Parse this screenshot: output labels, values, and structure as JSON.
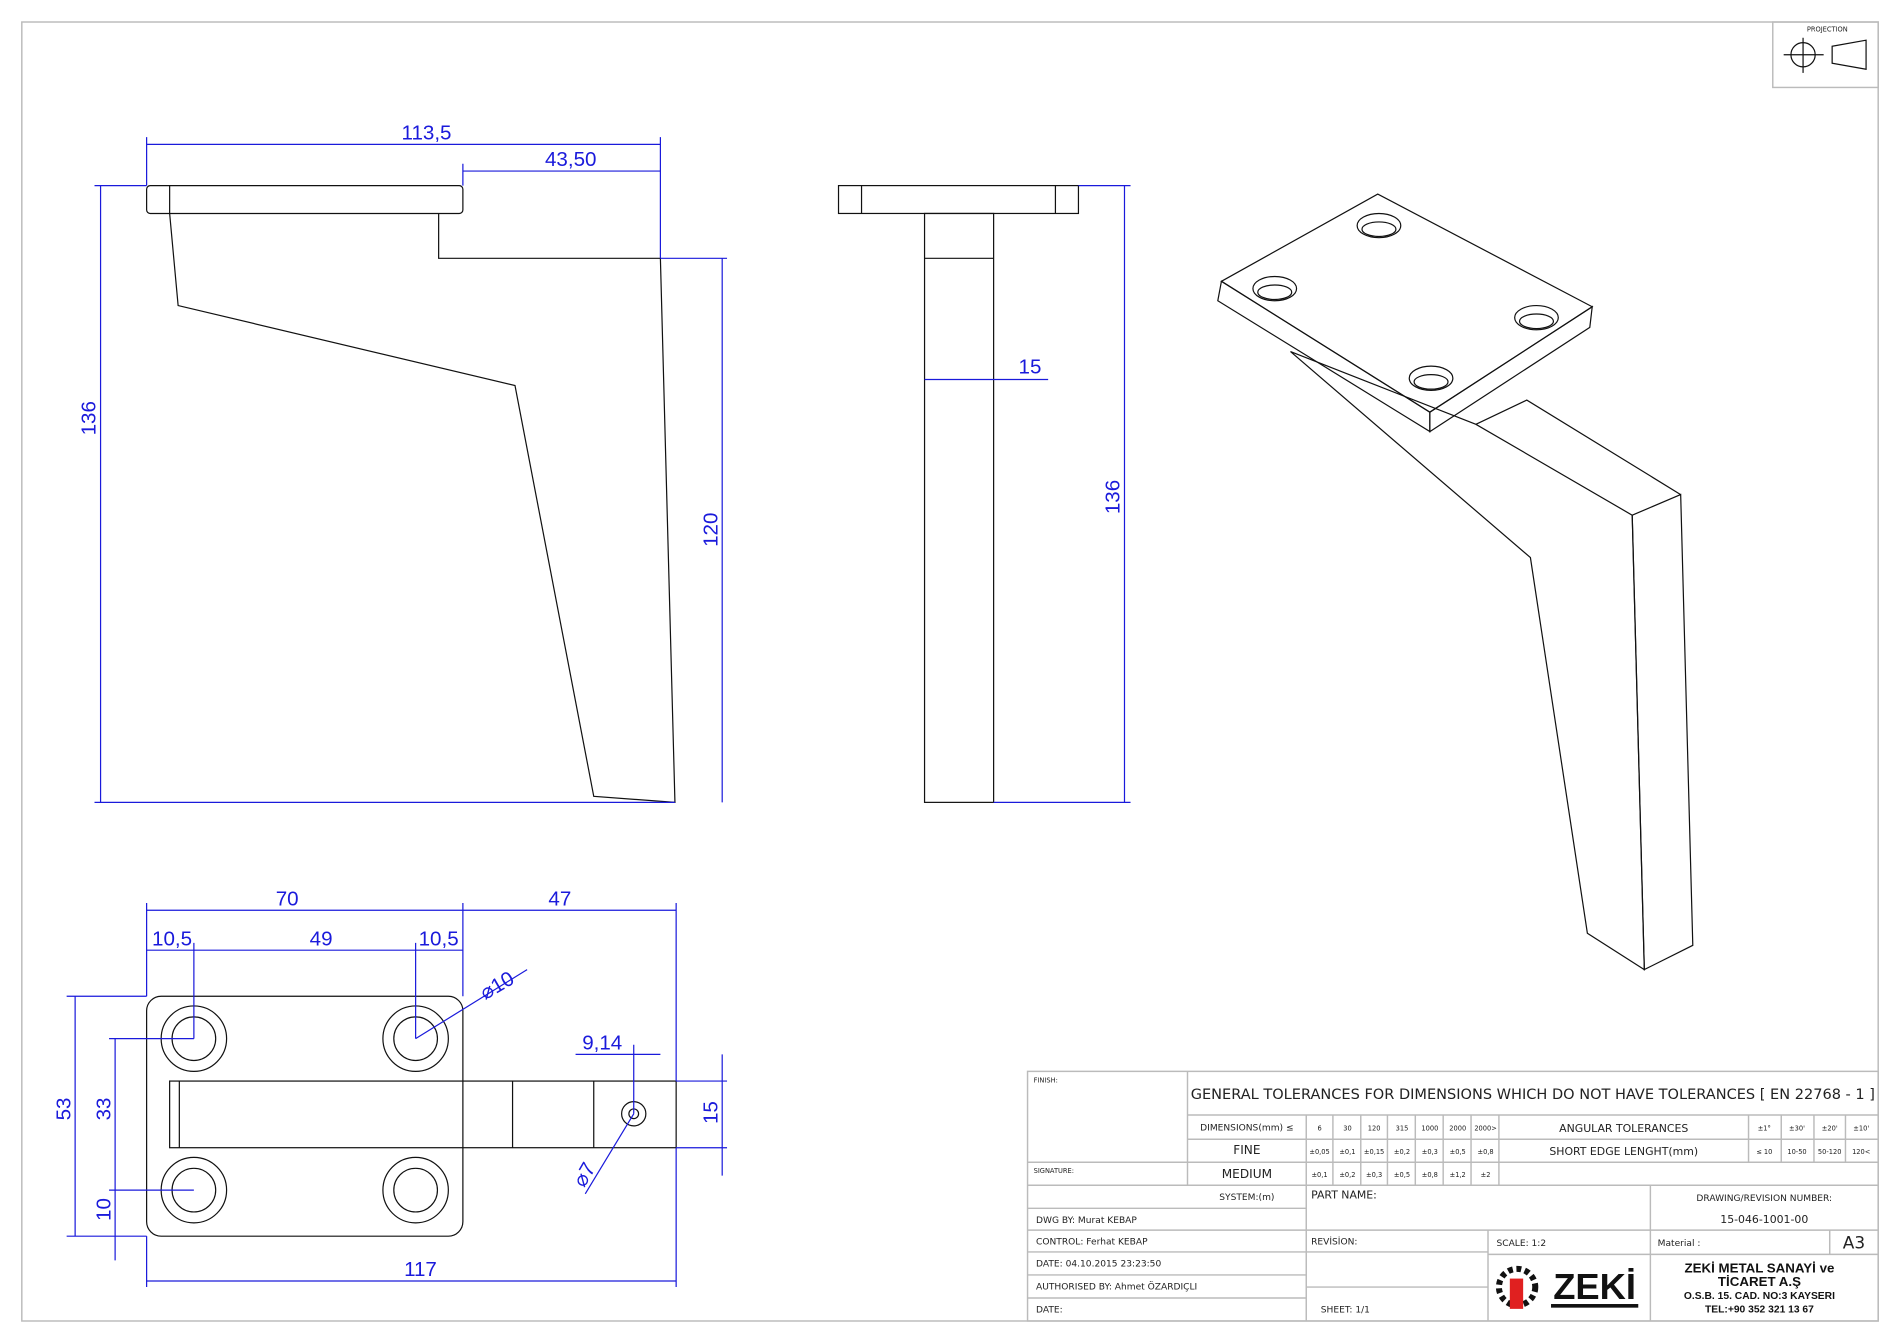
{
  "projection_label": "PROJECTION",
  "front_view": {
    "dims": [
      "113,5",
      "43,50",
      "136",
      "120"
    ]
  },
  "side_view": {
    "dims": [
      "15",
      "136"
    ]
  },
  "bottom_view": {
    "dims": [
      "70",
      "47",
      "10,5",
      "49",
      "10,5",
      "⌀10",
      "9,14",
      "⌀7",
      "53",
      "33",
      "10",
      "15",
      "117"
    ]
  },
  "title_block": {
    "finish": "FINISH:",
    "signature": "SIGNATURE:",
    "header": "GENERAL TOLERANCES FOR DIMENSIONS WHICH DO NOT HAVE TOLERANCES [ EN 22768 - 1 ]",
    "dimensions_label": "DIMENSIONS(mm) ≤",
    "dimension_values": [
      "6",
      "30",
      "120",
      "315",
      "1000",
      "2000",
      "2000>"
    ],
    "fine_label": "FINE",
    "fine_values": [
      "±0,05",
      "±0,1",
      "±0,15",
      "±0,2",
      "±0,3",
      "±0,5",
      "±0,8"
    ],
    "medium_label": "MEDIUM",
    "medium_values": [
      "±0,1",
      "±0,2",
      "±0,3",
      "±0,5",
      "±0,8",
      "±1,2",
      "±2"
    ],
    "angular_label": "ANGULAR  TOLERANCES",
    "angular_values": [
      "±1°",
      "±30'",
      "±20'",
      "±10'"
    ],
    "short_edge_label": "SHORT EDGE LENGHT(mm)",
    "short_edge_values": [
      "≤ 10",
      "10-50",
      "50-120",
      "120<"
    ],
    "system": "SYSTEM:(m)",
    "part_name": "PART NAME:",
    "drawing_number_label": "DRAWING/REVISION NUMBER:",
    "drawing_number": "15-046-1001-00",
    "dwg_by": "DWG BY:  Murat KEBAP",
    "control": "CONTROL:  Ferhat KEBAP",
    "date_drawn": "DATE: 04.10.2015 23:23:50",
    "authorised": "AUTHORISED BY: Ahmet ÖZARDIÇLI",
    "date": "DATE:",
    "revision": "REVİSİON:",
    "scale": "SCALE: 1:2",
    "material": "Material :",
    "sheet_size": "A3",
    "sheet": "SHEET: 1/1",
    "logo_text": "ZEKİ",
    "company_line1": "ZEKİ METAL SANAYİ ve",
    "company_line2": "TİCARET A.Ş",
    "address": "O.S.B. 15. CAD. NO:3   KAYSERI",
    "phone": "TEL:+90 352 321 13 67"
  },
  "colors": {
    "dimension": "#1a1adb",
    "logo_red": "#e02020"
  }
}
